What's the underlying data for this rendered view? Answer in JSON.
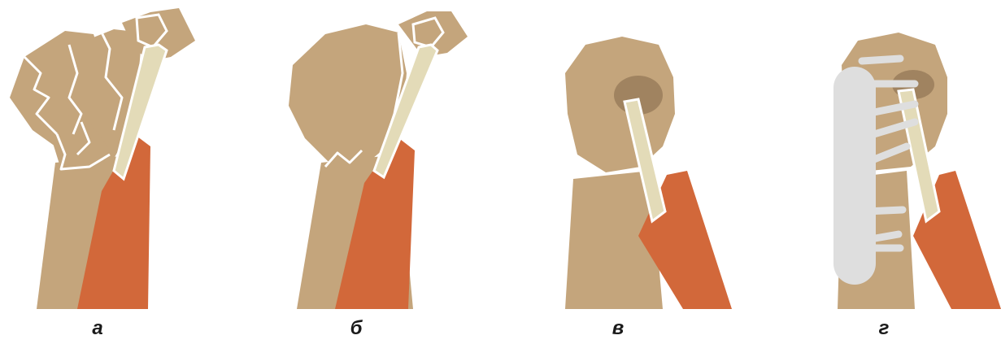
{
  "colors": {
    "bone": "#c4a57c",
    "bone_dark": "#a08360",
    "tendon": "#e3dbb8",
    "muscle": "#d2683a",
    "plate": "#dedede",
    "crack": "#ffffff"
  },
  "panels": [
    {
      "id": "a",
      "label": "а"
    },
    {
      "id": "b",
      "label": "б"
    },
    {
      "id": "v",
      "label": "в"
    },
    {
      "id": "g",
      "label": "г"
    }
  ]
}
